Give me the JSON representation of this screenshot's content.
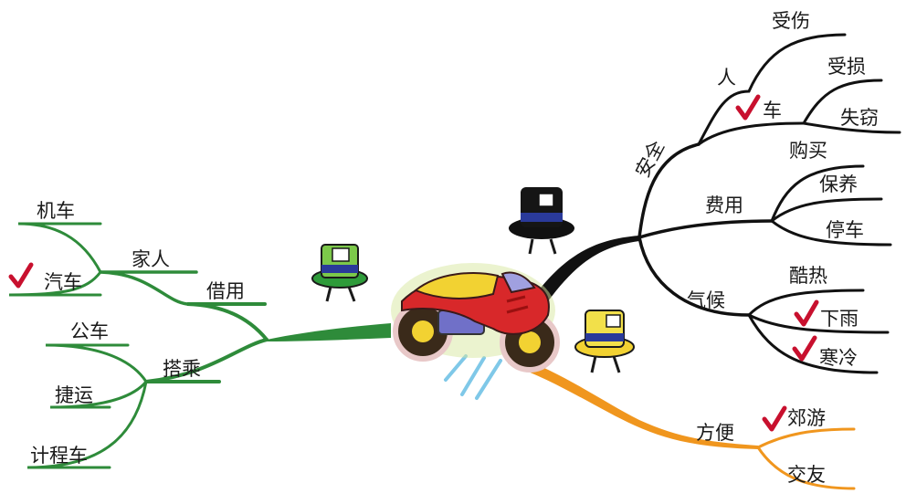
{
  "colors": {
    "left_branch": "#2e8b3a",
    "top_right_branch": "#111111",
    "bottom_right_branch": "#f0961e",
    "checkmark": "#c8102e"
  },
  "center": {
    "icon": "motorcycle-icon"
  },
  "left": {
    "borrow": {
      "label": "借用",
      "family": {
        "label": "家人",
        "items": [
          "机车",
          "汽车"
        ]
      }
    },
    "ride": {
      "label": "搭乘",
      "items": [
        "公车",
        "捷运",
        "计程车"
      ]
    }
  },
  "right": {
    "safety": {
      "label": "安全",
      "person": {
        "label": "人",
        "items": [
          "受伤"
        ]
      },
      "car": {
        "label": "车",
        "items": [
          "受损",
          "失窃"
        ]
      }
    },
    "cost": {
      "label": "费用",
      "items": [
        "购买",
        "保养",
        "停车"
      ]
    },
    "climate": {
      "label": "气候",
      "items": [
        "酷热",
        "下雨",
        "寒冷"
      ]
    },
    "convenience": {
      "label": "方便",
      "items": [
        "郊游",
        "交友"
      ]
    }
  },
  "hats": [
    "green-hat-icon",
    "black-hat-icon",
    "yellow-hat-icon"
  ]
}
